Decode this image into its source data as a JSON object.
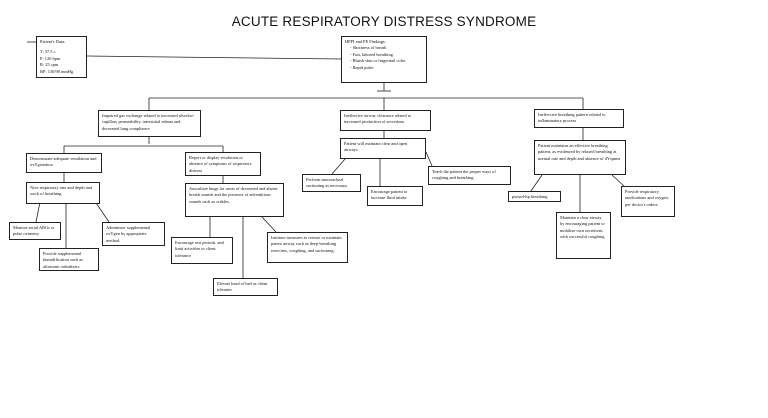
{
  "title": "ACUTE RESPIRATORY DISTRESS SYNDROME",
  "patient": {
    "heading": "Patient's Data:",
    "vitals": [
      "T: 37.5 c",
      "P: 120 bpm",
      "R: 25 cpm",
      "BP: 130/90 mmHg"
    ]
  },
  "findings": {
    "heading": "HPPI and PE Findings:",
    "items": [
      "Shortness of breath",
      "Fast, labored breathing",
      "Bluish skin or fingernail color",
      "Rapid pulse"
    ]
  },
  "branches": {
    "gas_exchange": {
      "diagnosis": "Impaired gas exchange related to increased alveolar-capillary permeability, interstitial edema and decreased lung compliance",
      "goal_left": "Demonstrate adequate ventilation and oxYgenation",
      "goal_right": "Report or display resolution or absence of symptoms of respiratory distress",
      "note_rate": "Note respiratory rate and depth and work of breathing",
      "monitor": "Monitor serial ABGs or pulse oximetry",
      "humidify": "Provide supplemental humidification such as ultrasonic nebulizers",
      "oxygen": "Administer supplemental oxYgen by appropriate method.",
      "auscultate": "Auscultate lungs for areas of decreased and absent breath sounds and the presence of adventitious sounds such as crakles.",
      "rest": "Encourage rest periods, and limit activities to client tolerance",
      "measures": "Institute measures to restore or maintain patent airway such as deep-breathing exercises, coughing, and suctioning.",
      "elevate": "Elevate head of bed as client tolerates"
    },
    "airway": {
      "diagnosis": "Ineffective airway clearance related to increased production of secretions",
      "goal": "Patient will maintain clear and open airways",
      "suction": "Perform nasotracheal suctioning as necessary.",
      "fluid": "Encourage patient to increase fluid intake",
      "teach": "Teach the patient the proper ways of coughing and breathing"
    },
    "breathing": {
      "diagnosis": "Ineffective breathing pattern related to inflammatory process",
      "goal": "Patient maintains an effective breathing pattern, as evidenced by relaxed breathing at normal rate and depth and absence of dYspnea",
      "pursed": "pursed-lip breathing",
      "maintain": "Maintain a clear airway by encouraging patient to mobilize own secretions with successful coughing",
      "medications": "Provide respiratory medications and oxygen, per doctor's orders."
    }
  }
}
